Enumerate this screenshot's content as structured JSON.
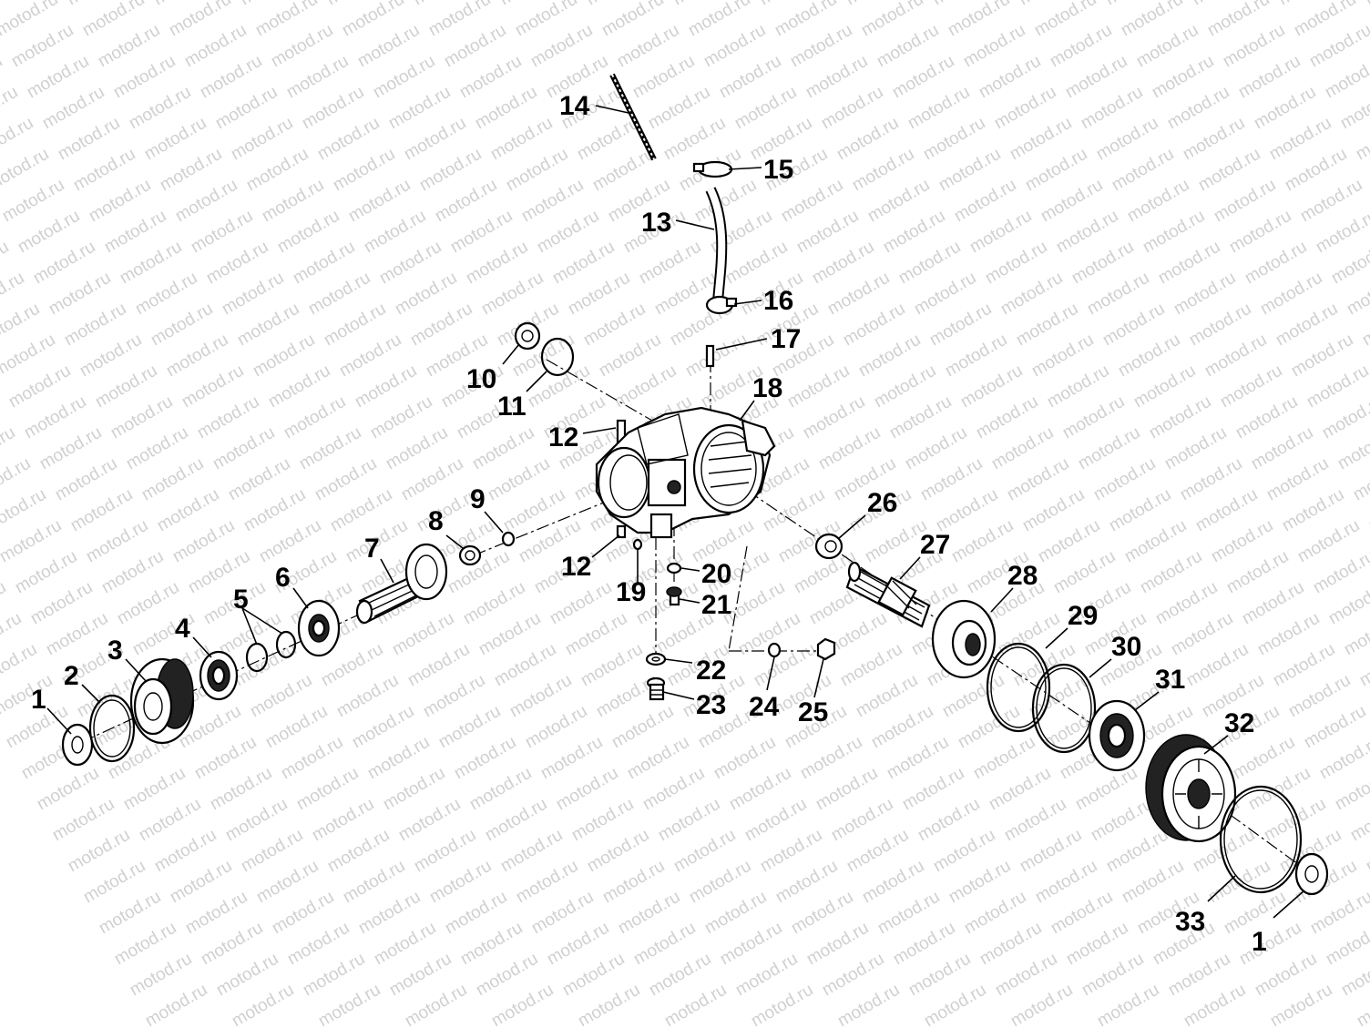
{
  "watermark_text": "motod.ru",
  "watermark_color": "#d0d0d0",
  "ink_color": "#000000",
  "callouts": [
    {
      "id": "1",
      "label": "1"
    },
    {
      "id": "2",
      "label": "2"
    },
    {
      "id": "3",
      "label": "3"
    },
    {
      "id": "4",
      "label": "4"
    },
    {
      "id": "5",
      "label": "5"
    },
    {
      "id": "6",
      "label": "6"
    },
    {
      "id": "7",
      "label": "7"
    },
    {
      "id": "8",
      "label": "8"
    },
    {
      "id": "9",
      "label": "9"
    },
    {
      "id": "10",
      "label": "10"
    },
    {
      "id": "11",
      "label": "11"
    },
    {
      "id": "12",
      "label": "12"
    },
    {
      "id": "12b",
      "label": "12"
    },
    {
      "id": "13",
      "label": "13"
    },
    {
      "id": "14",
      "label": "14"
    },
    {
      "id": "15",
      "label": "15"
    },
    {
      "id": "16",
      "label": "16"
    },
    {
      "id": "17",
      "label": "17"
    },
    {
      "id": "18",
      "label": "18"
    },
    {
      "id": "19",
      "label": "19"
    },
    {
      "id": "20",
      "label": "20"
    },
    {
      "id": "21",
      "label": "21"
    },
    {
      "id": "22",
      "label": "22"
    },
    {
      "id": "23",
      "label": "23"
    },
    {
      "id": "24",
      "label": "24"
    },
    {
      "id": "25",
      "label": "25"
    },
    {
      "id": "26",
      "label": "26"
    },
    {
      "id": "27",
      "label": "27"
    },
    {
      "id": "28",
      "label": "28"
    },
    {
      "id": "29",
      "label": "29"
    },
    {
      "id": "30",
      "label": "30"
    },
    {
      "id": "31",
      "label": "31"
    },
    {
      "id": "32",
      "label": "32"
    },
    {
      "id": "33",
      "label": "33"
    },
    {
      "id": "1b",
      "label": "1"
    }
  ]
}
